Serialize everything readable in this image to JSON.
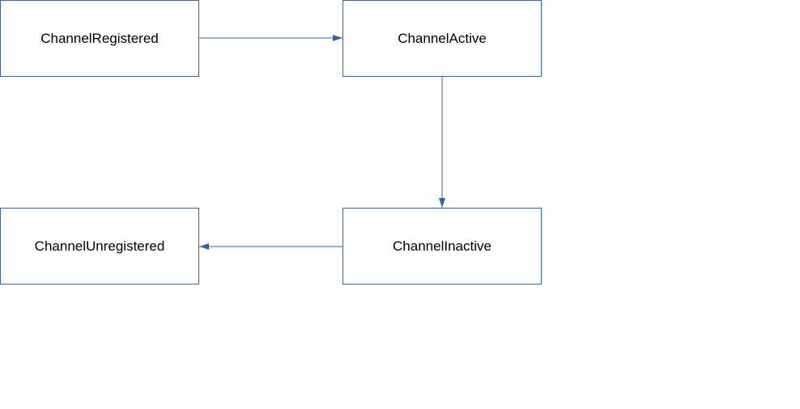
{
  "diagram": {
    "line_color": "#3465a4",
    "nodes": {
      "registered": {
        "label": "ChannelRegistered"
      },
      "active": {
        "label": "ChannelActive"
      },
      "inactive": {
        "label": "ChannelInactive"
      },
      "unregistered": {
        "label": "ChannelUnregistered"
      }
    },
    "edges": [
      {
        "from": "registered",
        "to": "active"
      },
      {
        "from": "active",
        "to": "inactive"
      },
      {
        "from": "inactive",
        "to": "unregistered"
      }
    ]
  }
}
